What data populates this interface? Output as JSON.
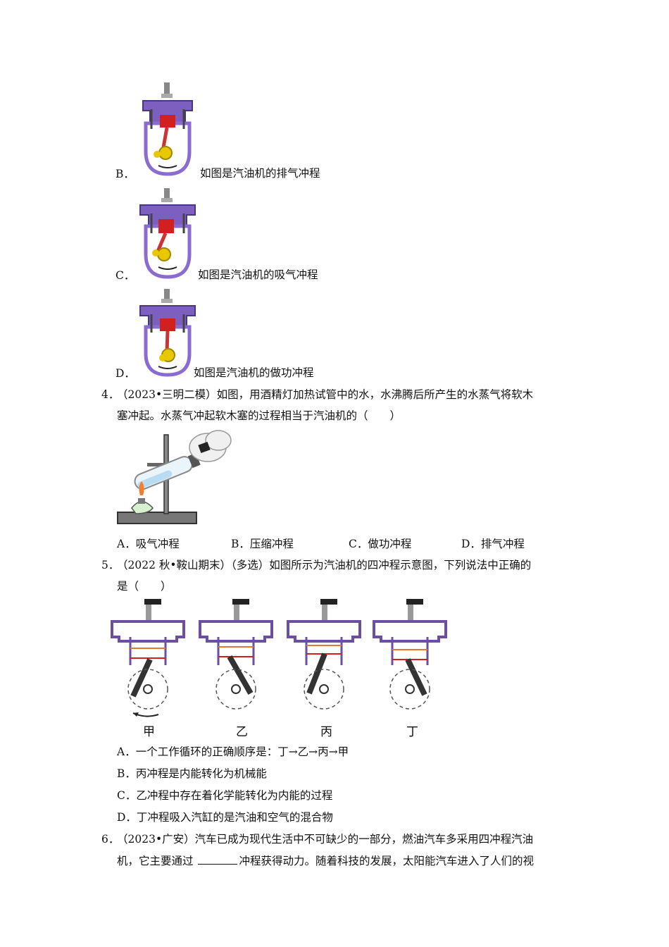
{
  "q3_options": [
    {
      "label": "B．",
      "text": "如图是汽油机的排气冲程"
    },
    {
      "label": "C．",
      "text": "如图是汽油机的吸气冲程"
    },
    {
      "label": "D．",
      "text": "如图是汽油机的做功冲程"
    }
  ],
  "q4": {
    "number": "4．",
    "line1": "（2023•三明二模）如图，用酒精灯加热试管中的水，水沸腾后所产生的水蒸气将软木",
    "line2": "塞冲起。水蒸气冲起软木塞的过程相当于汽油机的（　　）",
    "options": [
      "A．吸气冲程",
      "B．压缩冲程",
      "C．做功冲程",
      "D．排气冲程"
    ]
  },
  "q5": {
    "number": "5．",
    "line1": "（2022 秋•鞍山期末）（多选）如图所示为汽油机的四冲程示意图，下列说法中正确的",
    "line2": "是（　　）",
    "figure_labels": [
      "甲",
      "乙",
      "丙",
      "丁"
    ],
    "options": [
      "A．一个工作循环的正确顺序是：丁→乙→丙→甲",
      "B．丙冲程是内能转化为机械能",
      "C．乙冲程中存在着化学能转化为内能的过程",
      "D．丁冲程吸入汽缸的是汽油和空气的混合物"
    ]
  },
  "q6": {
    "number": "6．",
    "line1": "（2023•广安）汽车已成为现代生活中不可缺少的一部分，燃油汽车多采用四冲程汽油",
    "line2_before": "机，它主要通过",
    "line2_after": "冲程获得动力。随着科技的发展，太阳能汽车进入了人们的视"
  },
  "colors": {
    "cylinder": "#6a4fa3",
    "piston": "#d21f1f",
    "gear": "#e8c800",
    "pipe": "#8a8a8a"
  }
}
